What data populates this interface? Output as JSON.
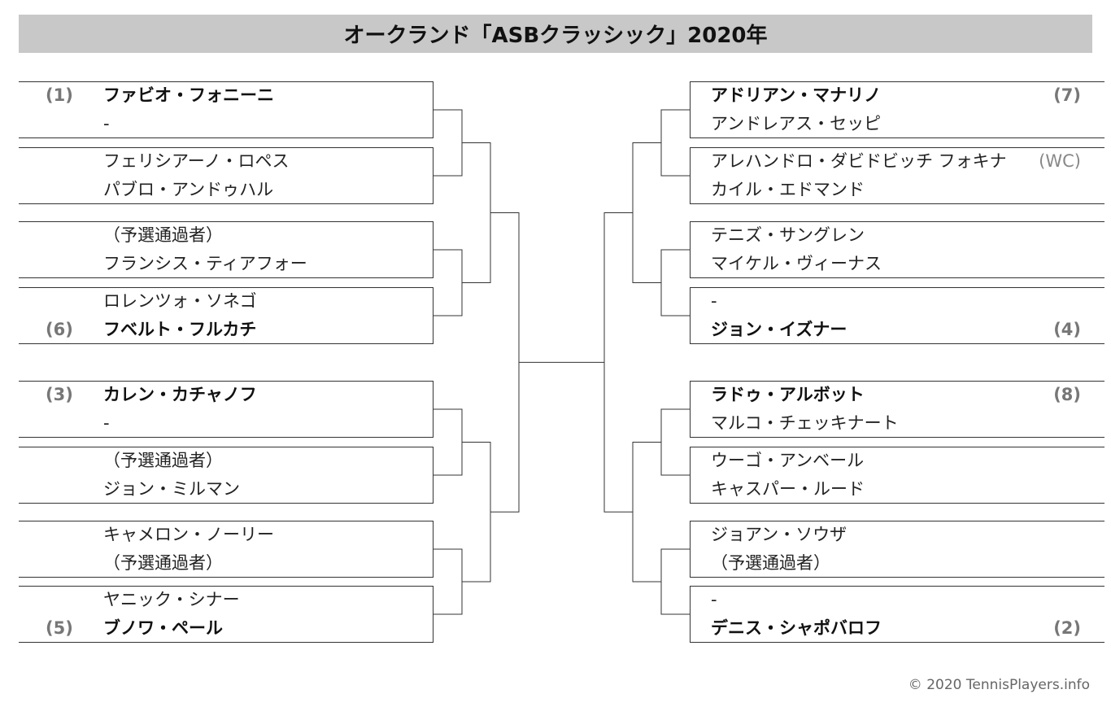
{
  "title": "オークランド「ASBクラッシック」2020年",
  "footer": "© 2020 TennisPlayers.info",
  "left": {
    "matches": [
      {
        "top": {
          "name": "ファビオ・フォニーニ",
          "seed": "(1)",
          "bold": true
        },
        "bottom": {
          "name": "-",
          "seed": "",
          "bold": false
        }
      },
      {
        "top": {
          "name": "フェリシアーノ・ロペス",
          "seed": "",
          "bold": false
        },
        "bottom": {
          "name": "パブロ・アンドゥハル",
          "seed": "",
          "bold": false
        }
      },
      {
        "top": {
          "name": "（予選通過者）",
          "seed": "",
          "bold": false
        },
        "bottom": {
          "name": "フランシス・ティアフォー",
          "seed": "",
          "bold": false
        }
      },
      {
        "top": {
          "name": "ロレンツォ・ソネゴ",
          "seed": "",
          "bold": false
        },
        "bottom": {
          "name": "フベルト・フルカチ",
          "seed": "(6)",
          "bold": true
        }
      },
      {
        "top": {
          "name": "カレン・カチャノフ",
          "seed": "(3)",
          "bold": true
        },
        "bottom": {
          "name": "-",
          "seed": "",
          "bold": false
        }
      },
      {
        "top": {
          "name": "（予選通過者）",
          "seed": "",
          "bold": false
        },
        "bottom": {
          "name": "ジョン・ミルマン",
          "seed": "",
          "bold": false
        }
      },
      {
        "top": {
          "name": "キャメロン・ノーリー",
          "seed": "",
          "bold": false
        },
        "bottom": {
          "name": "（予選通過者）",
          "seed": "",
          "bold": false
        }
      },
      {
        "top": {
          "name": "ヤニック・シナー",
          "seed": "",
          "bold": false
        },
        "bottom": {
          "name": "ブノワ・ペール",
          "seed": "(5)",
          "bold": true
        }
      }
    ]
  },
  "right": {
    "matches": [
      {
        "top": {
          "name": "アドリアン・マナリノ",
          "seed": "(7)",
          "bold": true
        },
        "bottom": {
          "name": "アンドレアス・セッピ",
          "seed": "",
          "bold": false
        }
      },
      {
        "top": {
          "name": "アレハンドロ・ダビドビッチ フォキナ",
          "seed": "(WC)",
          "bold": false
        },
        "bottom": {
          "name": "カイル・エドマンド",
          "seed": "",
          "bold": false
        }
      },
      {
        "top": {
          "name": "テニズ・サングレン",
          "seed": "",
          "bold": false
        },
        "bottom": {
          "name": "マイケル・ヴィーナス",
          "seed": "",
          "bold": false
        }
      },
      {
        "top": {
          "name": "-",
          "seed": "",
          "bold": false
        },
        "bottom": {
          "name": "ジョン・イズナー",
          "seed": "(4)",
          "bold": true
        }
      },
      {
        "top": {
          "name": "ラドゥ・アルボット",
          "seed": "(8)",
          "bold": true
        },
        "bottom": {
          "name": "マルコ・チェッキナート",
          "seed": "",
          "bold": false
        }
      },
      {
        "top": {
          "name": "ウーゴ・アンベール",
          "seed": "",
          "bold": false
        },
        "bottom": {
          "name": "キャスパー・ルード",
          "seed": "",
          "bold": false
        }
      },
      {
        "top": {
          "name": "ジョアン・ソウザ",
          "seed": "",
          "bold": false
        },
        "bottom": {
          "name": "（予選通過者）",
          "seed": "",
          "bold": false
        }
      },
      {
        "top": {
          "name": "-",
          "seed": "",
          "bold": false
        },
        "bottom": {
          "name": "デニス・シャポバロフ",
          "seed": "(2)",
          "bold": true
        }
      }
    ]
  }
}
